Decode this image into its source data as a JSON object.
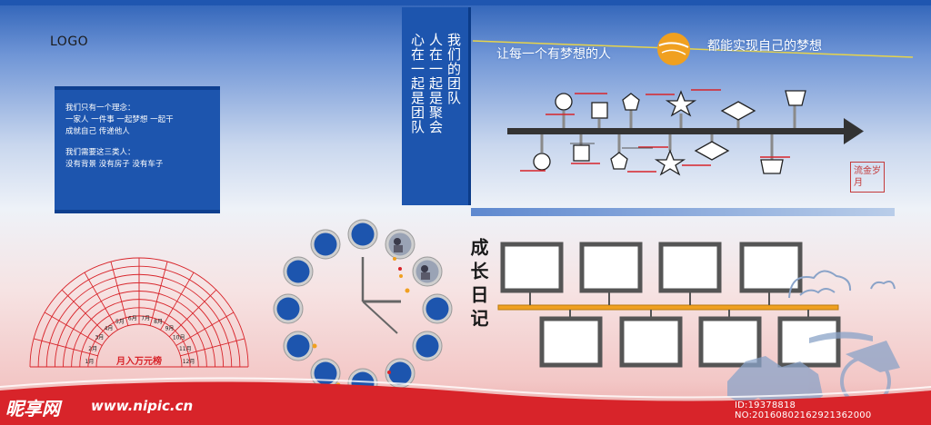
{
  "logo": "LOGO",
  "info_card": {
    "block1": [
      "我们只有一个理念：",
      "一家人  一件事  一起梦想  一起干",
      "成就自己  传递他人"
    ],
    "block2": [
      "我们需要这三类人：",
      "没有背景   没有房子   没有车子"
    ]
  },
  "vertical_slogan": {
    "col1": "我们的团队",
    "col2": "人在一起是聚会",
    "col3": "心在一起是团队"
  },
  "slogan": {
    "left": "让每一个有梦想的人",
    "right": "都能实现自己的梦想"
  },
  "seal_text": "流金岁月",
  "fan_chart": {
    "title": "月入万元榜",
    "months": [
      "1月",
      "2月",
      "3月",
      "4月",
      "5月",
      "6月",
      "7月",
      "8月",
      "9月",
      "10月",
      "11月",
      "12月"
    ]
  },
  "diary_title": "成长日记",
  "watermark": {
    "brand": "昵享网",
    "url": "www.nipic.cn",
    "id": "ID:19378818 NO:20160802162921362000"
  },
  "colors": {
    "brand_blue": "#1d55ae",
    "accent_red": "#d8242a",
    "accent_orange": "#f0a020",
    "timeline_dark": "#333333"
  }
}
